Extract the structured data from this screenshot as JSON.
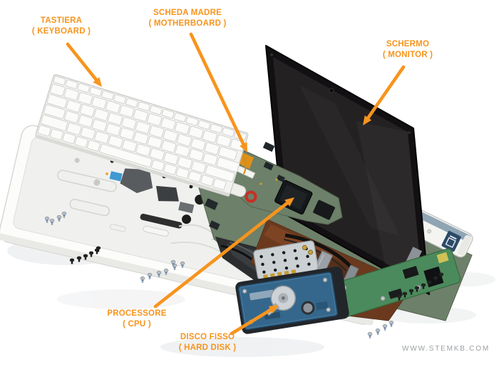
{
  "diagram": {
    "type": "labeled-diagram",
    "callouts": [
      {
        "id": "keyboard",
        "title": "TASTIERA",
        "subtitle": "( KEYBOARD )"
      },
      {
        "id": "motherboard",
        "title": "SCHEDA MADRE",
        "subtitle": "( MOTHERBOARD )"
      },
      {
        "id": "monitor",
        "title": "SCHERMO",
        "subtitle": "( MONITOR )"
      },
      {
        "id": "cpu",
        "title": "PROCESSORE",
        "subtitle": "( CPU )"
      },
      {
        "id": "hard_disk",
        "title": "DISCO FISSO",
        "subtitle": "( HARD DISK )"
      }
    ],
    "watermark": "WWW.STEMKB.COM",
    "colors": {
      "accent": "#F7941D",
      "watermark": "#9B9FA2",
      "motherboard_green": "#6D8069",
      "io_board_green": "#4B8A5C",
      "hdd_blue": "#35678C",
      "copper_brown": "#6B3A1E",
      "lid_black": "#131013"
    }
  }
}
